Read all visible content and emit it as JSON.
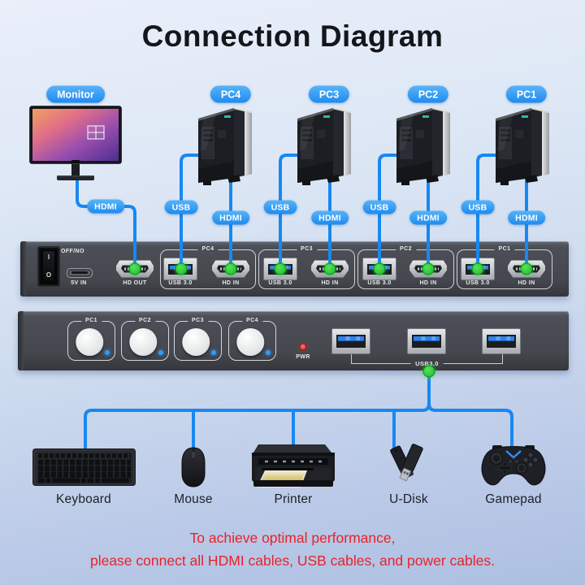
{
  "title": "Connection Diagram",
  "monitor": {
    "name": "Monitor",
    "hdmi_label": "HDMI"
  },
  "computers": [
    {
      "name": "PC4",
      "usb_label": "USB",
      "hdmi_label": "HDMI"
    },
    {
      "name": "PC3",
      "usb_label": "USB",
      "hdmi_label": "HDMI"
    },
    {
      "name": "PC2",
      "usb_label": "USB",
      "hdmi_label": "HDMI"
    },
    {
      "name": "PC1",
      "usb_label": "USB",
      "hdmi_label": "HDMI"
    }
  ],
  "rear_panel": {
    "power_switch_label": "OFF/NO",
    "switch_on": "I",
    "switch_off": "O",
    "power_in_label": "5V IN",
    "hd_out_label": "HD OUT",
    "groups": [
      {
        "name": "PC4",
        "usb": "USB 3.0",
        "hdmi": "HD IN"
      },
      {
        "name": "PC3",
        "usb": "USB 3.0",
        "hdmi": "HD IN"
      },
      {
        "name": "PC2",
        "usb": "USB 3.0",
        "hdmi": "HD IN"
      },
      {
        "name": "PC1",
        "usb": "USB 3.0",
        "hdmi": "HD IN"
      }
    ]
  },
  "front_panel": {
    "buttons": [
      {
        "name": "PC1"
      },
      {
        "name": "PC2"
      },
      {
        "name": "PC3"
      },
      {
        "name": "PC4"
      }
    ],
    "power_led_label": "PWR",
    "usb_hub_label": "USB3.0"
  },
  "peripherals": [
    {
      "name": "Keyboard"
    },
    {
      "name": "Mouse"
    },
    {
      "name": "Printer"
    },
    {
      "name": "U-Disk"
    },
    {
      "name": "Gamepad"
    }
  ],
  "note": {
    "line1": "To achieve optimal performance,",
    "line2": "please connect all HDMI cables, USB cables, and power cables."
  },
  "colors": {
    "cable": "#1888f2",
    "label_pill": "#2f9ef3",
    "connector_dot": "#2bc734",
    "note_text": "#e8232b",
    "panel_body": "#46484f",
    "usb_tongue": "#2f82ea",
    "power_led": "#e53935",
    "button_led": "#2f9bf7"
  }
}
